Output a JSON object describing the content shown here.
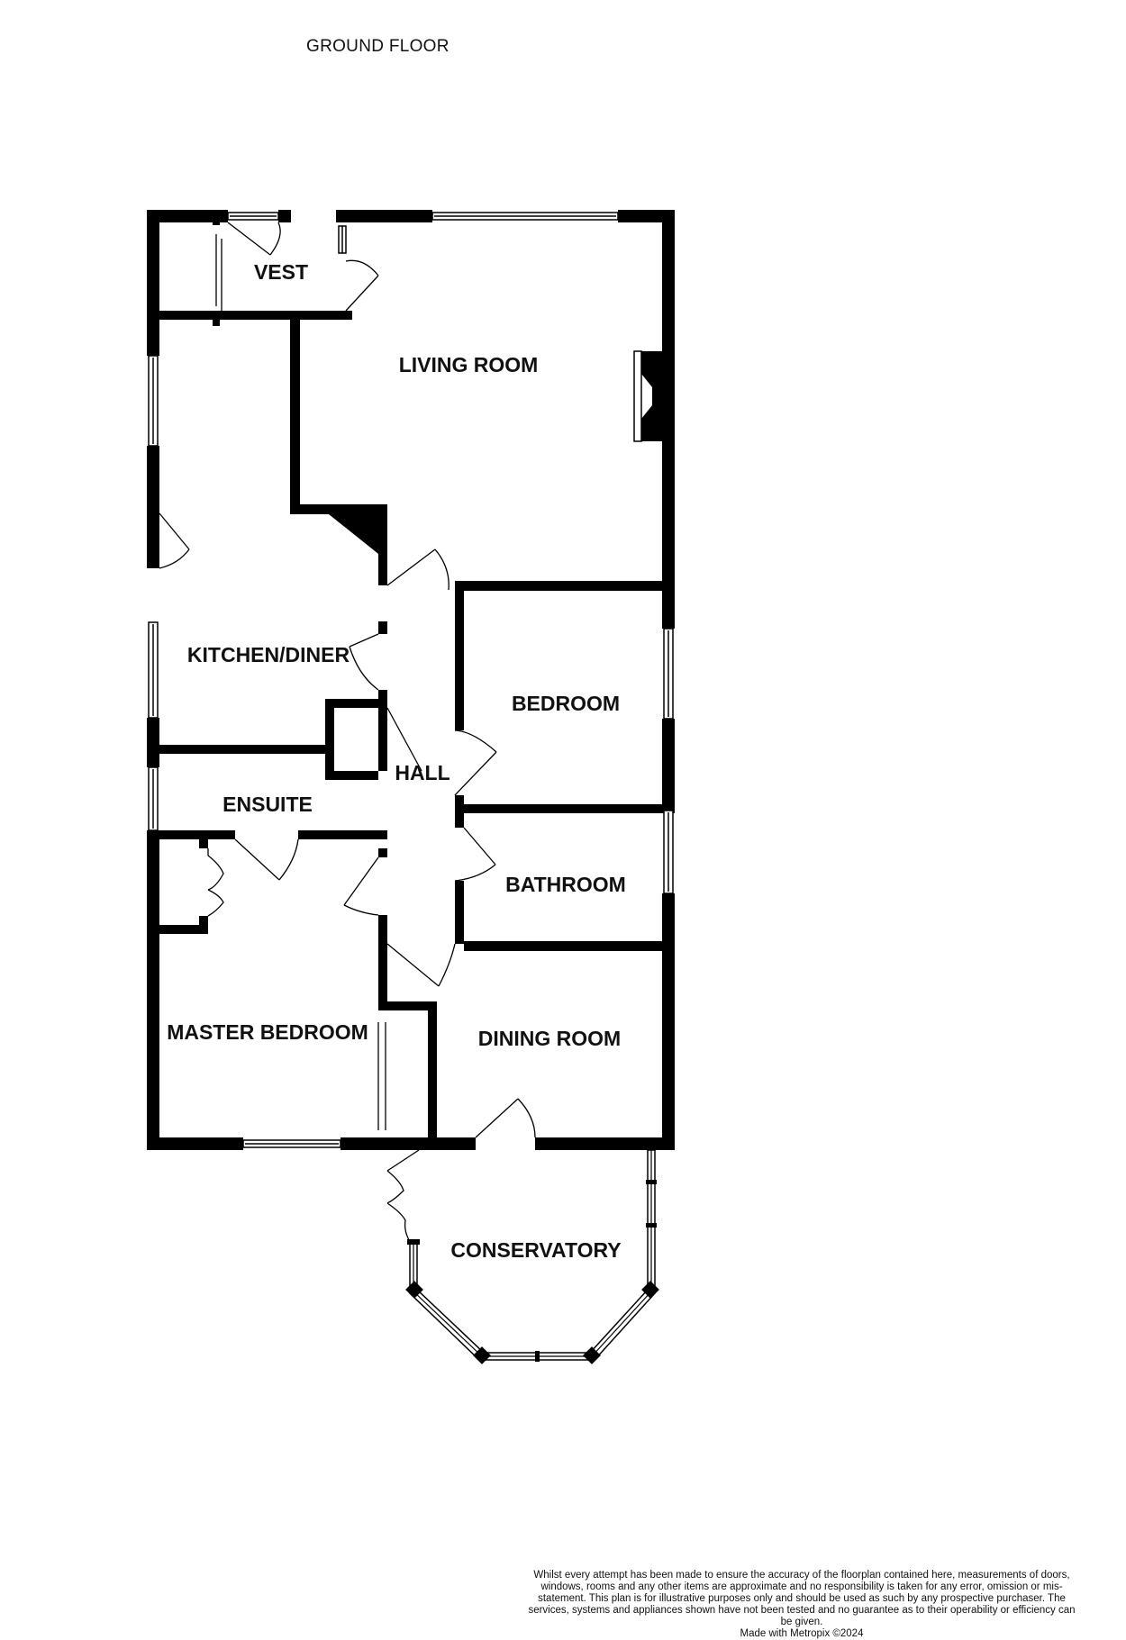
{
  "floor_title": "GROUND FLOOR",
  "rooms": {
    "vest": "VEST",
    "living_room": "LIVING ROOM",
    "kitchen_diner": "KITCHEN/DINER",
    "bedroom": "BEDROOM",
    "hall": "HALL",
    "ensuite": "ENSUITE",
    "bathroom": "BATHROOM",
    "master_bedroom": "MASTER BEDROOM",
    "dining_room": "DINING ROOM",
    "conservatory": "CONSERVATORY"
  },
  "disclaimer": {
    "text": "Whilst every attempt has been made to ensure the accuracy of the floorplan contained here, measurements of doors, windows, rooms and any other items are approximate and no responsibility is taken for any error, omission or mis-statement. This plan is for illustrative purposes only and should be used as such by any prospective purchaser. The services, systems and appliances shown have not been tested and no guarantee as to their operability or efficiency can be given.",
    "credit": "Made with Metropix ©2024"
  },
  "colors": {
    "wall": "#000000",
    "background": "#ffffff"
  }
}
